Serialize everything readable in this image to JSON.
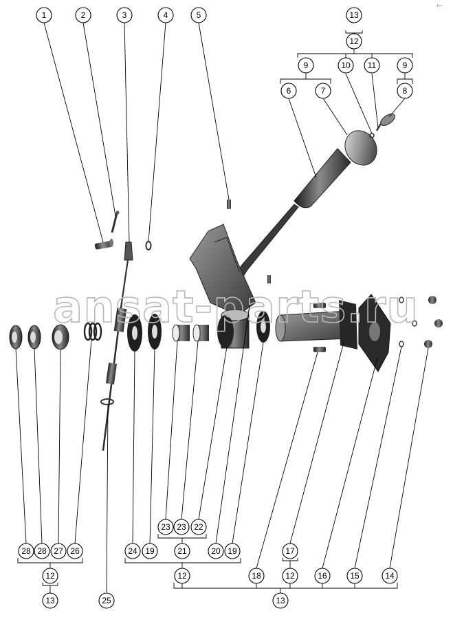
{
  "watermark": "ansat-parts.ru",
  "corner_mark": "r—",
  "callouts": [
    "1",
    "2",
    "3",
    "4",
    "5",
    "6",
    "7",
    "8",
    "9",
    "10",
    "11",
    "12",
    "13",
    "14",
    "15",
    "16",
    "17",
    "18",
    "19",
    "20",
    "21",
    "22",
    "23",
    "24",
    "25",
    "26",
    "27",
    "28"
  ],
  "colors": {
    "ink": "#000000",
    "part_dark": "#2a2a2a",
    "part_mid": "#6e6e6e",
    "part_light": "#c8c8c8",
    "watermark": "#b8b8b8"
  }
}
